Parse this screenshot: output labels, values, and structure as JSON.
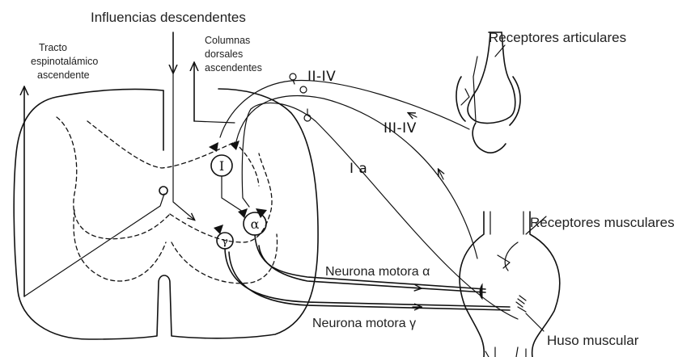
{
  "labels": {
    "influencias": "Influencias descendentes",
    "tracto_l1": "Tracto",
    "tracto_l2": "espinotalámico",
    "tracto_l3": "ascendente",
    "columnas_l1": "Columnas",
    "columnas_l2": "dorsales",
    "columnas_l3": "ascendentes",
    "receptores_articulares": "Receptores articulares",
    "fibra_ii_iv": "II-IV",
    "fibra_iii_iv": "III-IV",
    "fibra_ia": "I a",
    "receptores_musculares": "Receptores musculares",
    "neurona_alfa": "Neurona motora α",
    "neurona_gamma": "Neurona motora γ",
    "huso_muscular": "Huso muscular"
  },
  "cells": {
    "interneuron": "I",
    "alpha": "α",
    "gamma": "γ"
  }
}
